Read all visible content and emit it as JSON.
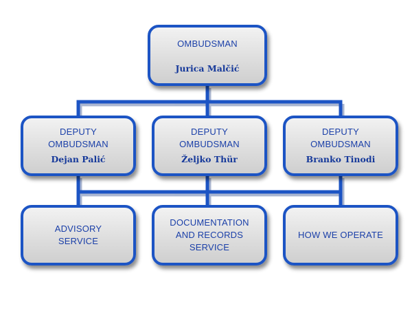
{
  "org_chart": {
    "ombudsman": {
      "role": "OMBUDSMAN",
      "name": "Jurica Malčić"
    },
    "deputies": [
      {
        "role": "DEPUTY\nOMBUDSMAN",
        "name": "Dejan Palić"
      },
      {
        "role": "DEPUTY\nOMBUDSMAN",
        "name": "Željko Thür"
      },
      {
        "role": "DEPUTY\nOMBUDSMAN",
        "name": "Branko Tinodi"
      }
    ],
    "services": [
      {
        "label": "ADVISORY\nSERVICE"
      },
      {
        "label": "DOCUMENTATION\nAND RECORDS\nSERVICE"
      },
      {
        "label": "HOW WE OPERATE"
      }
    ]
  },
  "colors": {
    "border": "#1c54c4",
    "connector": "#1c54c4",
    "text": "#1a3fa8",
    "box_fill_top": "#f2f2f2",
    "box_fill_bottom": "#cfcfcf"
  }
}
